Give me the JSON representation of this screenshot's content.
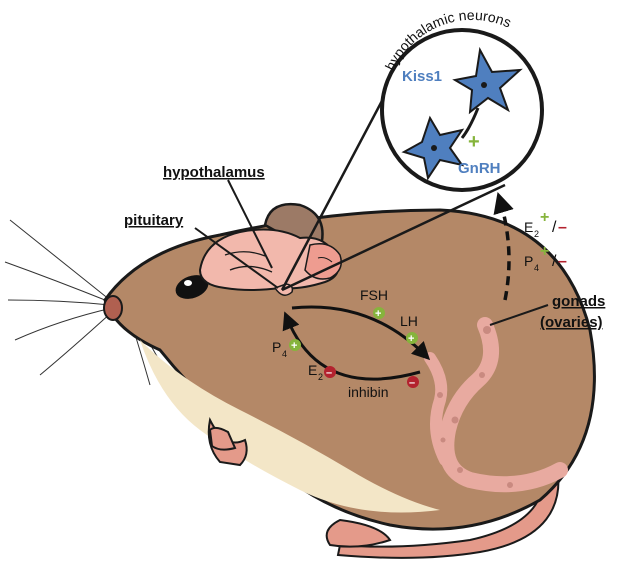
{
  "neuron_panel": {
    "title": "hypothalamic neurons",
    "kiss1_label": "Kiss1",
    "gnrh_label": "GnRH",
    "kiss1_effect": "+"
  },
  "labels": {
    "hypothalamus": "hypothalamus",
    "pituitary": "pituitary",
    "gonads_line1": "gonads",
    "gonads_line2": "(ovaries)"
  },
  "hormones": {
    "fsh": "FSH",
    "lh": "LH",
    "p4_base": "P",
    "p4_sub": "4",
    "e2_base": "E",
    "e2_sub": "2",
    "inhibin": "inhibin",
    "stimulate_symbol": "+",
    "inhibit_symbol": "–"
  },
  "feedback_brain": {
    "e2_base": "E",
    "e2_sub": "2",
    "p4_base": "P",
    "p4_sub": "4",
    "plus": "+",
    "slash": "/",
    "minus": "–"
  },
  "colors": {
    "fur": "#b48867",
    "belly": "#f3e6c7",
    "outline": "#1a1a1a",
    "brain": "#f2b8ac",
    "neuron": "#4f7fbf",
    "gnrh_text": "#4f7fbf",
    "stimulate": "#86b43c",
    "inhibit": "#b3222e",
    "ovary": "#e8aaa0"
  }
}
